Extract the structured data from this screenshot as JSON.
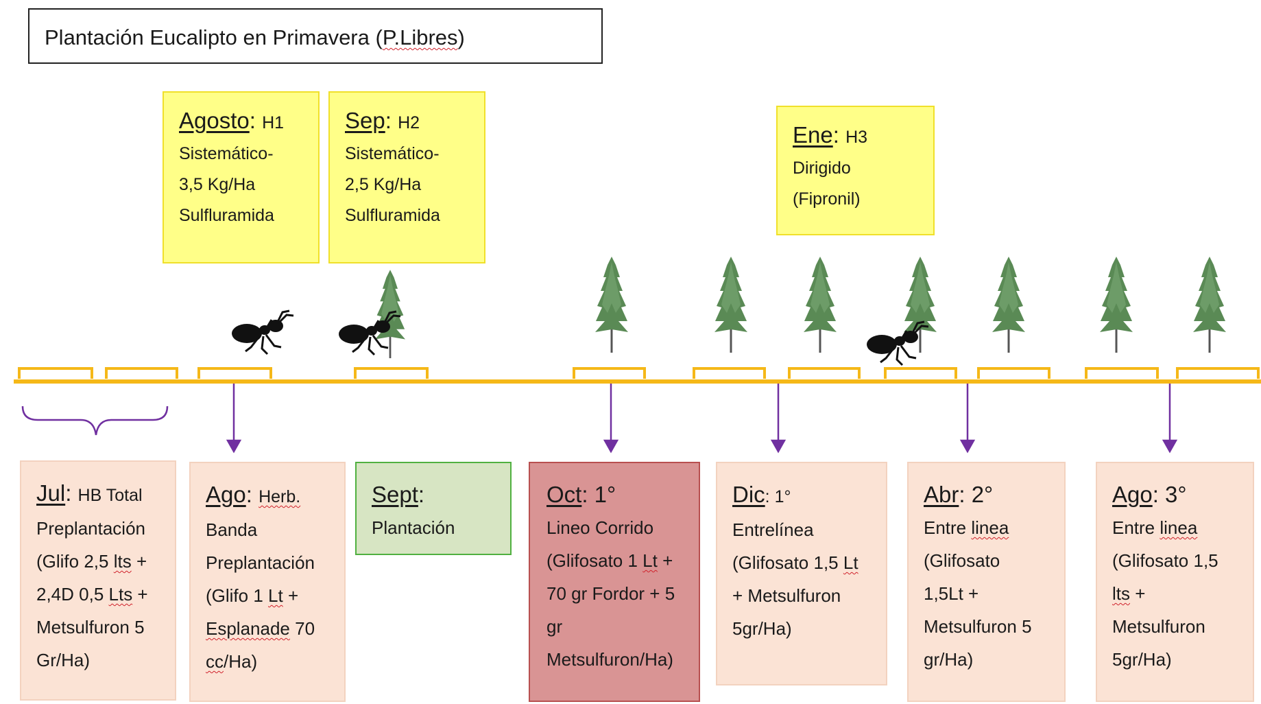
{
  "title": {
    "pre": "Plantación Eucalipto en Primavera (",
    "sq": "P.Libres",
    "post": ")"
  },
  "h1": {
    "month": "Agosto",
    "sep": ":",
    "code": "H1",
    "l1": "Sistemático-",
    "l2": "3,5  Kg/Ha",
    "l3": "Sulfluramida"
  },
  "h2": {
    "month": "Sep",
    "sep": ":",
    "code": "H2",
    "l1": "Sistemático-",
    "l2": "2,5  Kg/Ha",
    "l3": "Sulfluramida"
  },
  "h3": {
    "month": "Ene",
    "sep": ":",
    "code": "H3",
    "l1": "Dirigido",
    "l2": "(Fipronil)"
  },
  "jul": {
    "month": "Jul",
    "head": ":",
    "small": "HB Total",
    "l1": "Preplantación",
    "l2a": "(Glifo 2,5 ",
    "l2sq": "lts",
    "l2b": " +",
    "l3a": "2,4D 0,5 ",
    "l3sq": "Lts",
    "l3b": " +",
    "l4": "Metsulfuron 5",
    "l5": "Gr/Ha)"
  },
  "ago1": {
    "month": "Ago",
    "head": ":",
    "small": "Herb.",
    "l1": "Banda",
    "l2": "Preplantación",
    "l3a": "(Glifo 1 ",
    "l3sq": "Lt",
    "l3b": " +",
    "l4sq": "Esplanade",
    "l4b": " 70",
    "l5sq": "cc",
    "l5b": "/Ha)"
  },
  "sept": {
    "month": "Sept",
    "head": ":",
    "l1": "Plantación"
  },
  "oct": {
    "month": "Oct",
    "head": ": 1°",
    "l1": "Lineo Corrido",
    "l2a": "(Glifosato 1 ",
    "l2sq": "Lt",
    "l2b": " +",
    "l3": "70 gr Fordor + 5",
    "l4": "gr",
    "l5": "Metsulfuron/Ha)"
  },
  "dic": {
    "month": "Dic",
    "head": ": 1°",
    "l1": "Entrelínea",
    "l2a": "(Glifosato 1,5 ",
    "l2sq": "Lt",
    "l3": "+ Metsulfuron",
    "l4": "5gr/Ha)"
  },
  "abr": {
    "month": "Abr",
    "head": ": 2°",
    "l1a": "Entre ",
    "l1sq": "linea",
    "l2": "(Glifosato",
    "l3": "1,5Lt +",
    "l4": "Metsulfuron 5",
    "l5": "gr/Ha)"
  },
  "ago3": {
    "month": "Ago",
    "head": ": 3°",
    "l1a": "Entre ",
    "l1sq": "linea",
    "l2": "(Glifosato 1,5",
    "l3sq": "lts",
    "l3b": " +",
    "l4": "Metsulfuron",
    "l5": "5gr/Ha)"
  },
  "colors": {
    "timeline": "#f5b818",
    "arrow": "#7030a0",
    "yellow_box": "#ffff88",
    "peach_box": "#fbe3d5",
    "green_box": "#d7e5c3",
    "red_box": "#d99494",
    "tree": "#5a8a55",
    "ant": "#111111"
  }
}
